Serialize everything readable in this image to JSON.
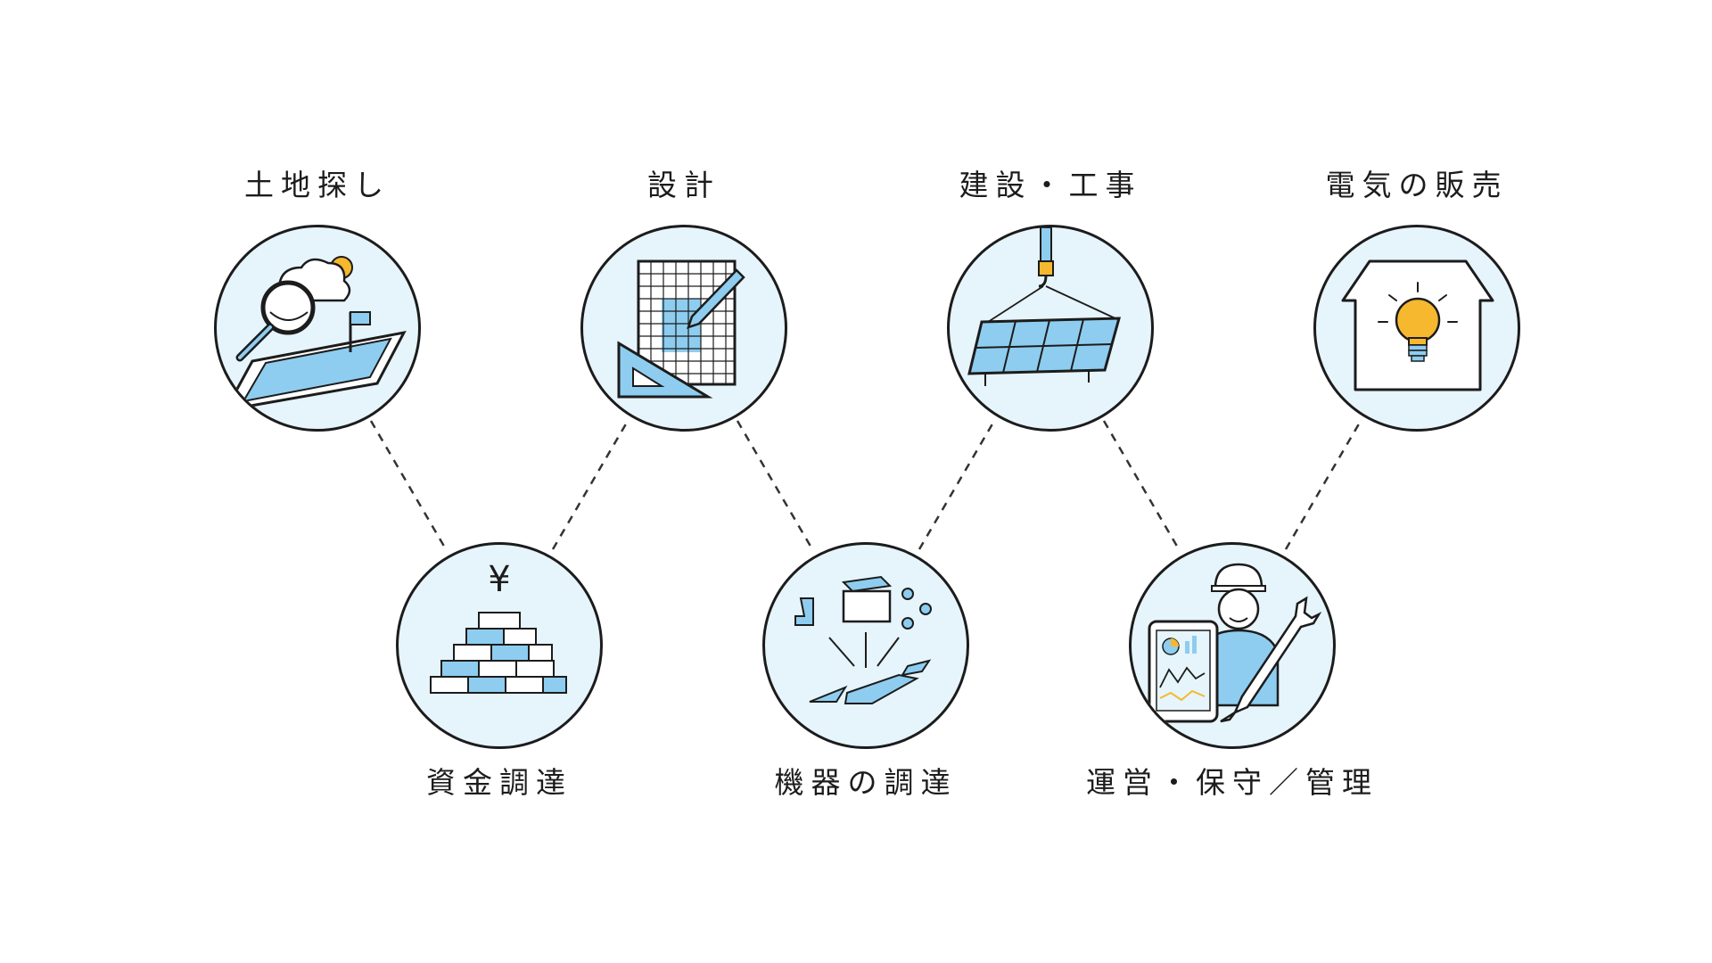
{
  "steps": [
    {
      "label": "土地探し",
      "icon": "land-search-icon"
    },
    {
      "label": "資金調達",
      "icon": "money-stack-icon"
    },
    {
      "label": "設計",
      "icon": "blueprint-icon"
    },
    {
      "label": "機器の調達",
      "icon": "equipment-parts-icon"
    },
    {
      "label": "建設・工事",
      "icon": "crane-solar-panel-icon"
    },
    {
      "label": "運営・保守／管理",
      "icon": "maintenance-worker-icon"
    },
    {
      "label": "電気の販売",
      "icon": "house-lightbulb-icon"
    }
  ],
  "colors": {
    "circle_fill": "#e6f4fb",
    "outline": "#1c1c1c",
    "accent_blue": "#8ecdef",
    "accent_yellow": "#f5b82e"
  }
}
